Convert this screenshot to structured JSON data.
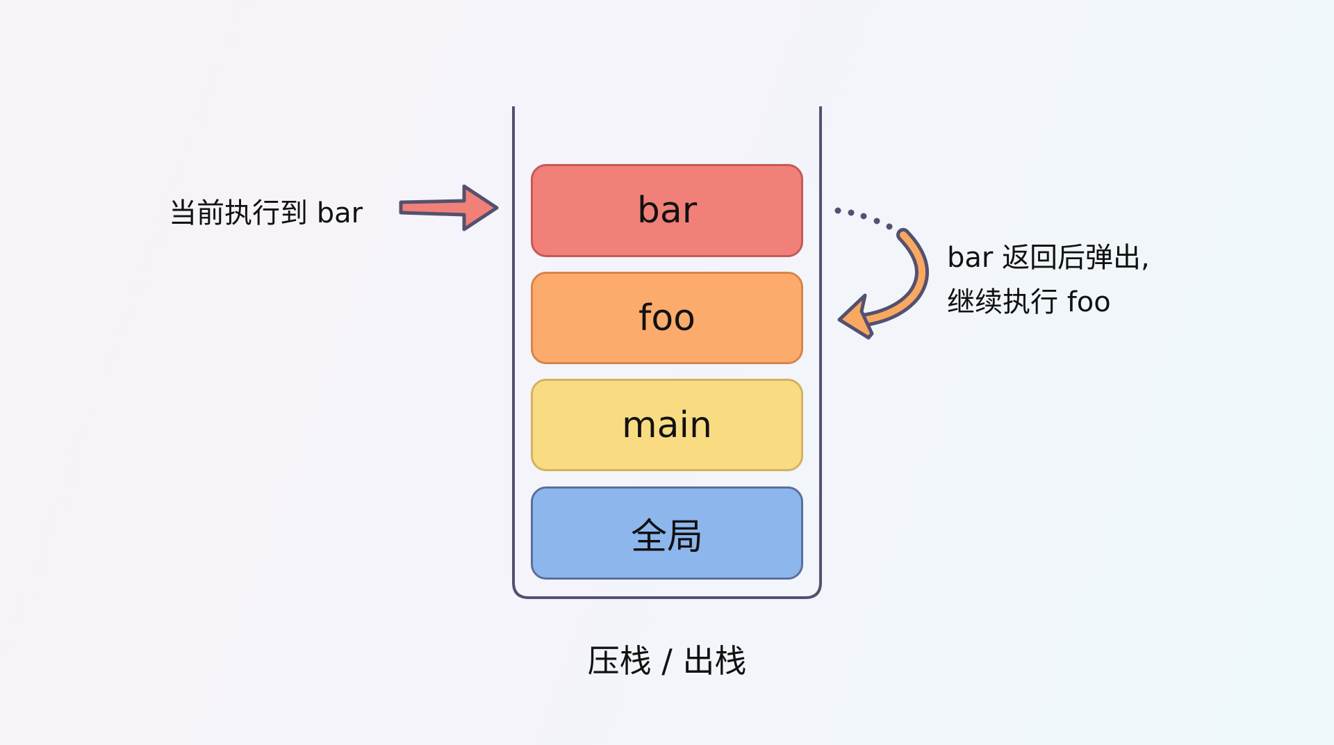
{
  "stack": {
    "frames": [
      {
        "label": "bar",
        "fill": "#f08078",
        "border": "#c45a58"
      },
      {
        "label": "foo",
        "fill": "#fdab6c",
        "border": "#d8844a"
      },
      {
        "label": "main",
        "fill": "#f9dc82",
        "border": "#d4b060"
      },
      {
        "label": "全局",
        "fill": "#8db6ec",
        "border": "#5a6e9e"
      }
    ],
    "caption": "压栈 / 出栈"
  },
  "annotations": {
    "current": "当前执行到 bar",
    "return_line1": "bar 返回后弹出,",
    "return_line2": "继续执行 foo"
  },
  "colors": {
    "outline": "#545070",
    "arrow_left": "#f08078",
    "arrow_right": "#f8a860"
  }
}
